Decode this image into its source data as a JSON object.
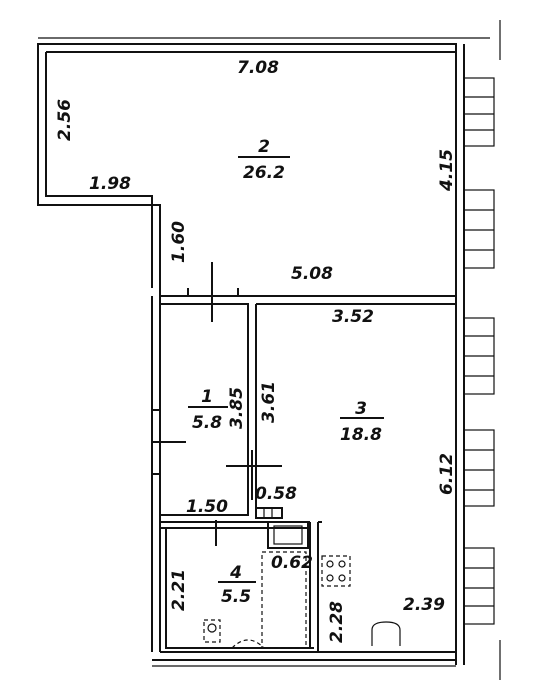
{
  "rooms": [
    {
      "number": "2",
      "area": "26.2"
    },
    {
      "number": "1",
      "area": "5.8"
    },
    {
      "number": "3",
      "area": "18.8"
    },
    {
      "number": "4",
      "area": "5.5"
    }
  ],
  "dimensions": {
    "top_width": "7.08",
    "left_height": "2.56",
    "step_width": "1.98",
    "right_height_room2": "4.15",
    "step_height": "1.60",
    "bottom_width_room2": "5.08",
    "room3_width": "3.52",
    "room1_height_outer": "3.85",
    "room1_height_inner": "3.61",
    "room3_height": "6.12",
    "hall_width": "0.58",
    "room1_width": "1.50",
    "bath_duct": "0.62",
    "room4_height": "2.21",
    "bath_height": "2.28",
    "room3_bottom": "2.39"
  }
}
